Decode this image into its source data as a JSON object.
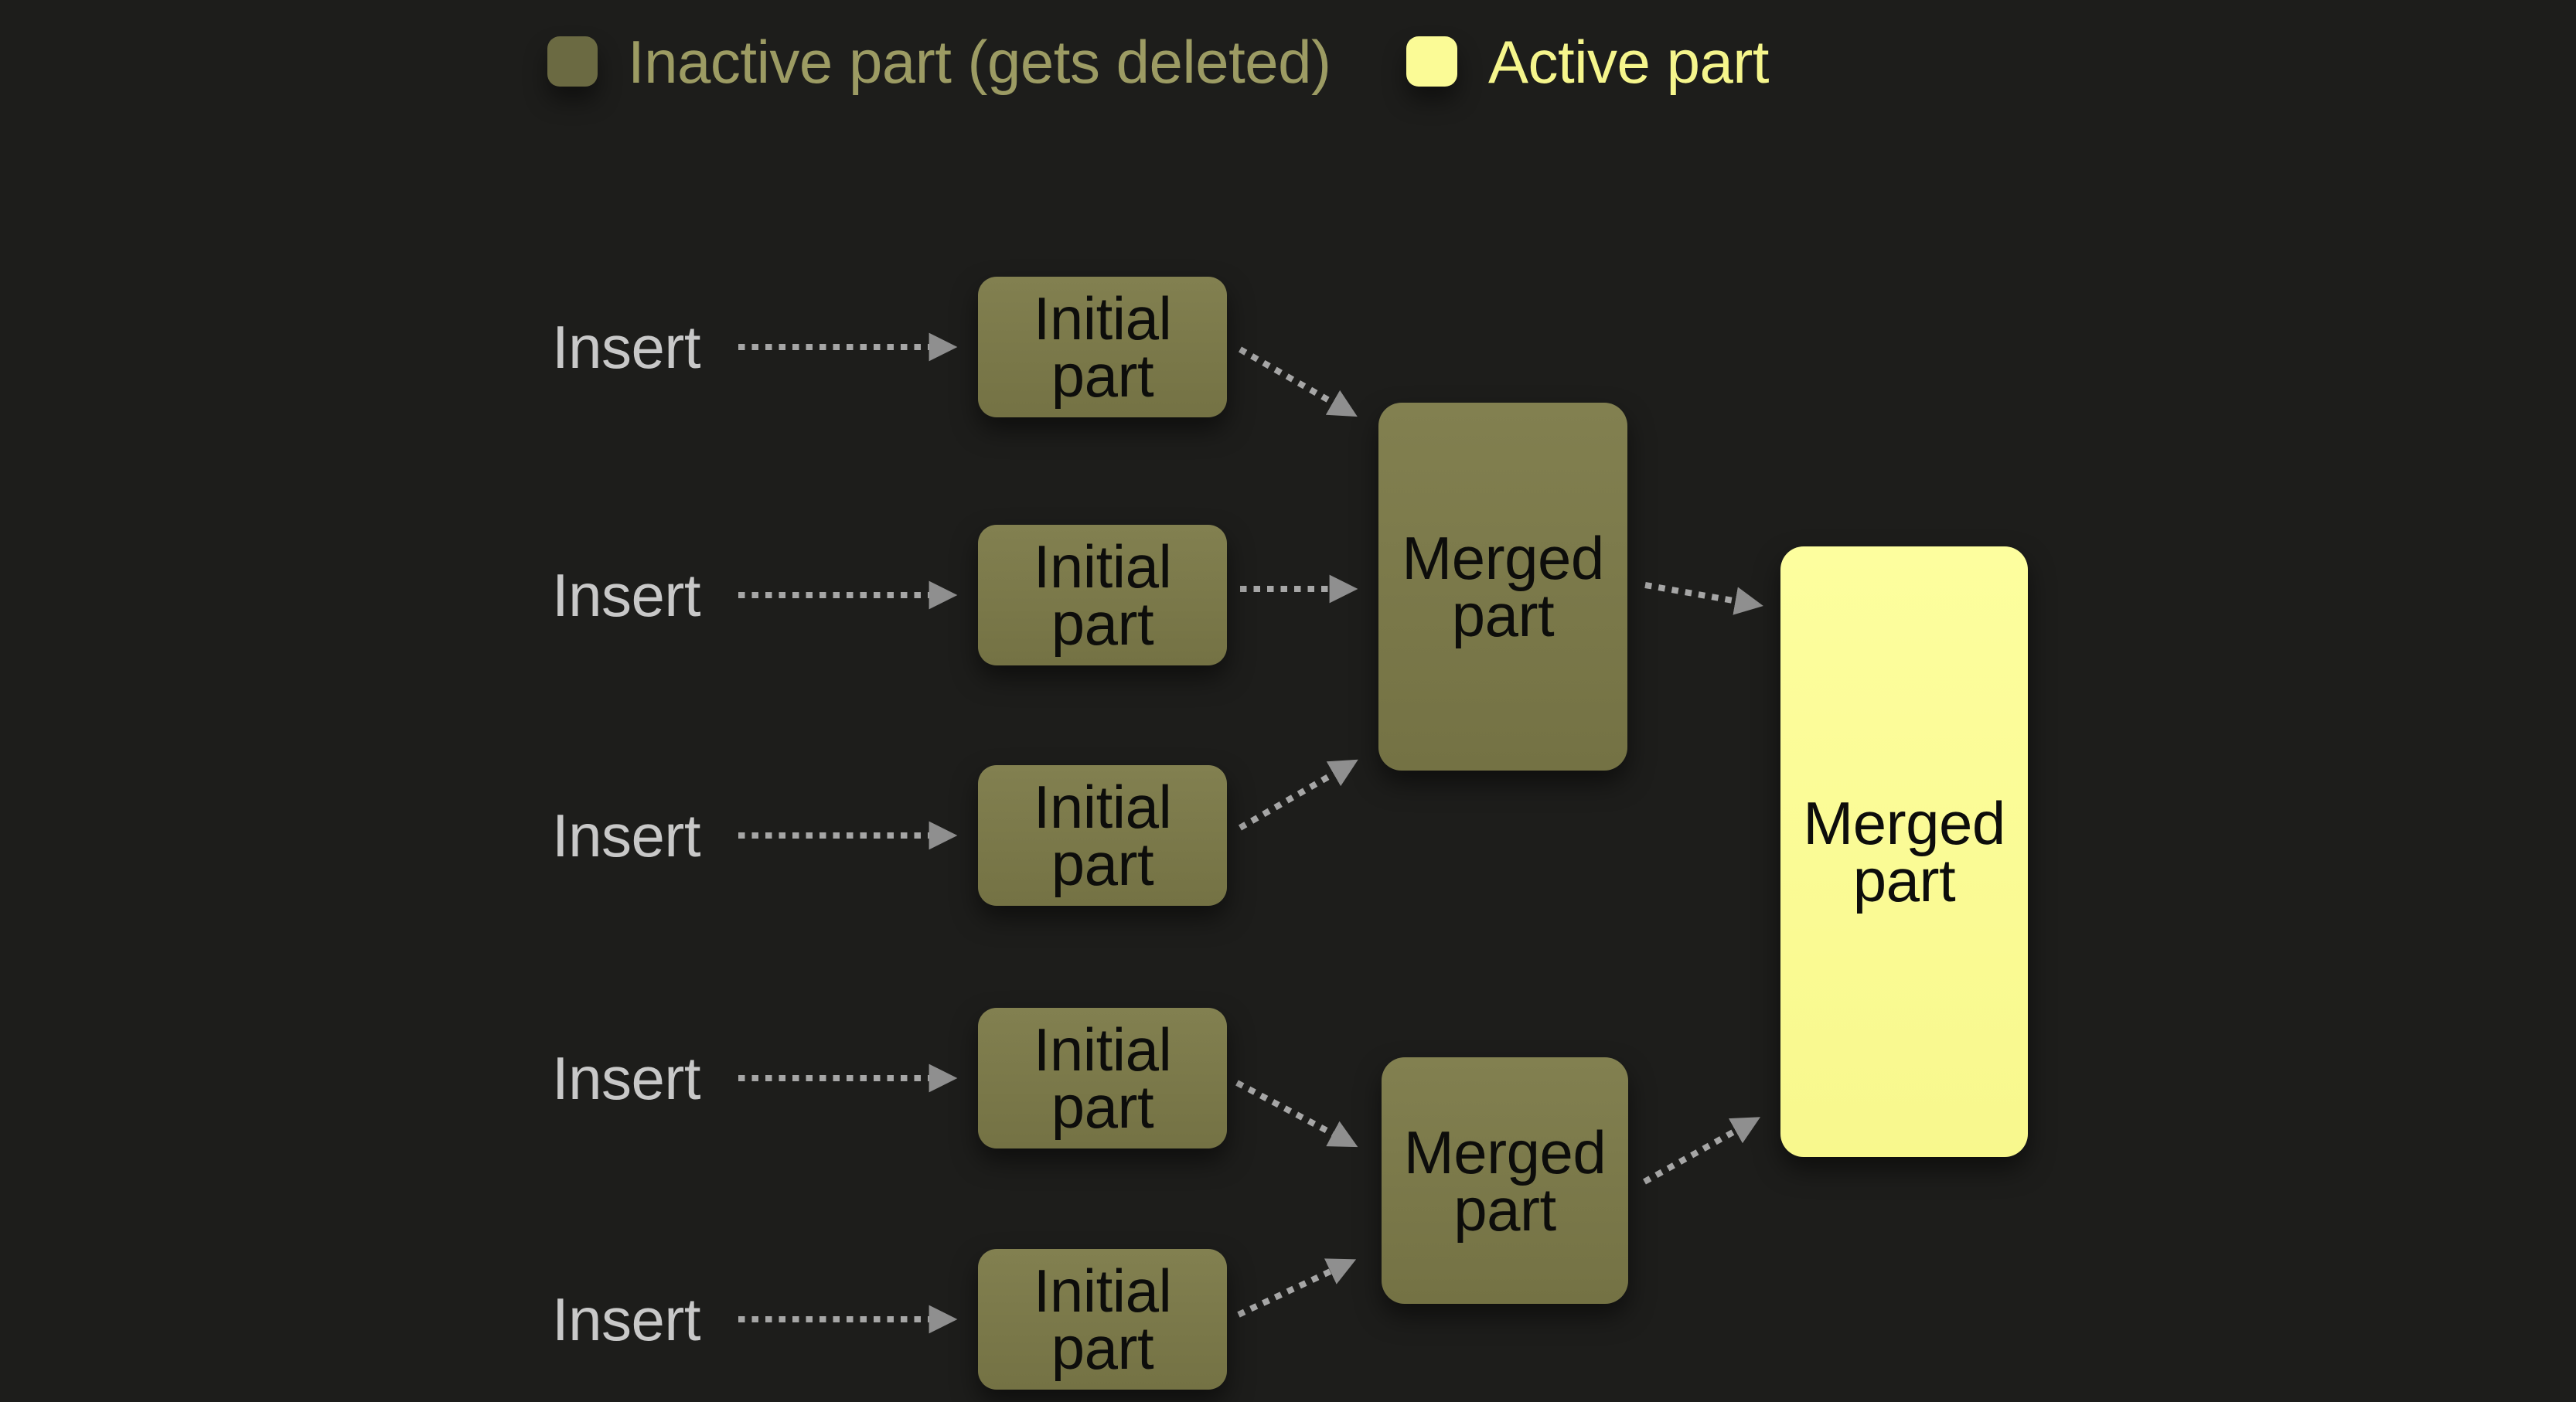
{
  "colors": {
    "background": "#1d1d1b",
    "inactive_box_top": "#828050",
    "inactive_box_bottom": "#747244",
    "active_box_top": "#fdfe9e",
    "active_box_bottom": "#f8f88d",
    "legend_inactive_swatch": "#6b6a42",
    "legend_active_swatch": "#fbfb96",
    "legend_inactive_text": "#9c9b63",
    "legend_active_text": "#f5f58c",
    "insert_text": "#c8c8c8",
    "box_text": "#0d0d0b",
    "arrow": "#a6a6a6",
    "arrow_head": "#8f8f8f"
  },
  "legend": {
    "inactive_label": "Inactive part (gets deleted)",
    "active_label": "Active part"
  },
  "nodes": {
    "insert_label": "Insert",
    "initial_part_label": "Initial part",
    "merged_part_label": "Merged part"
  }
}
